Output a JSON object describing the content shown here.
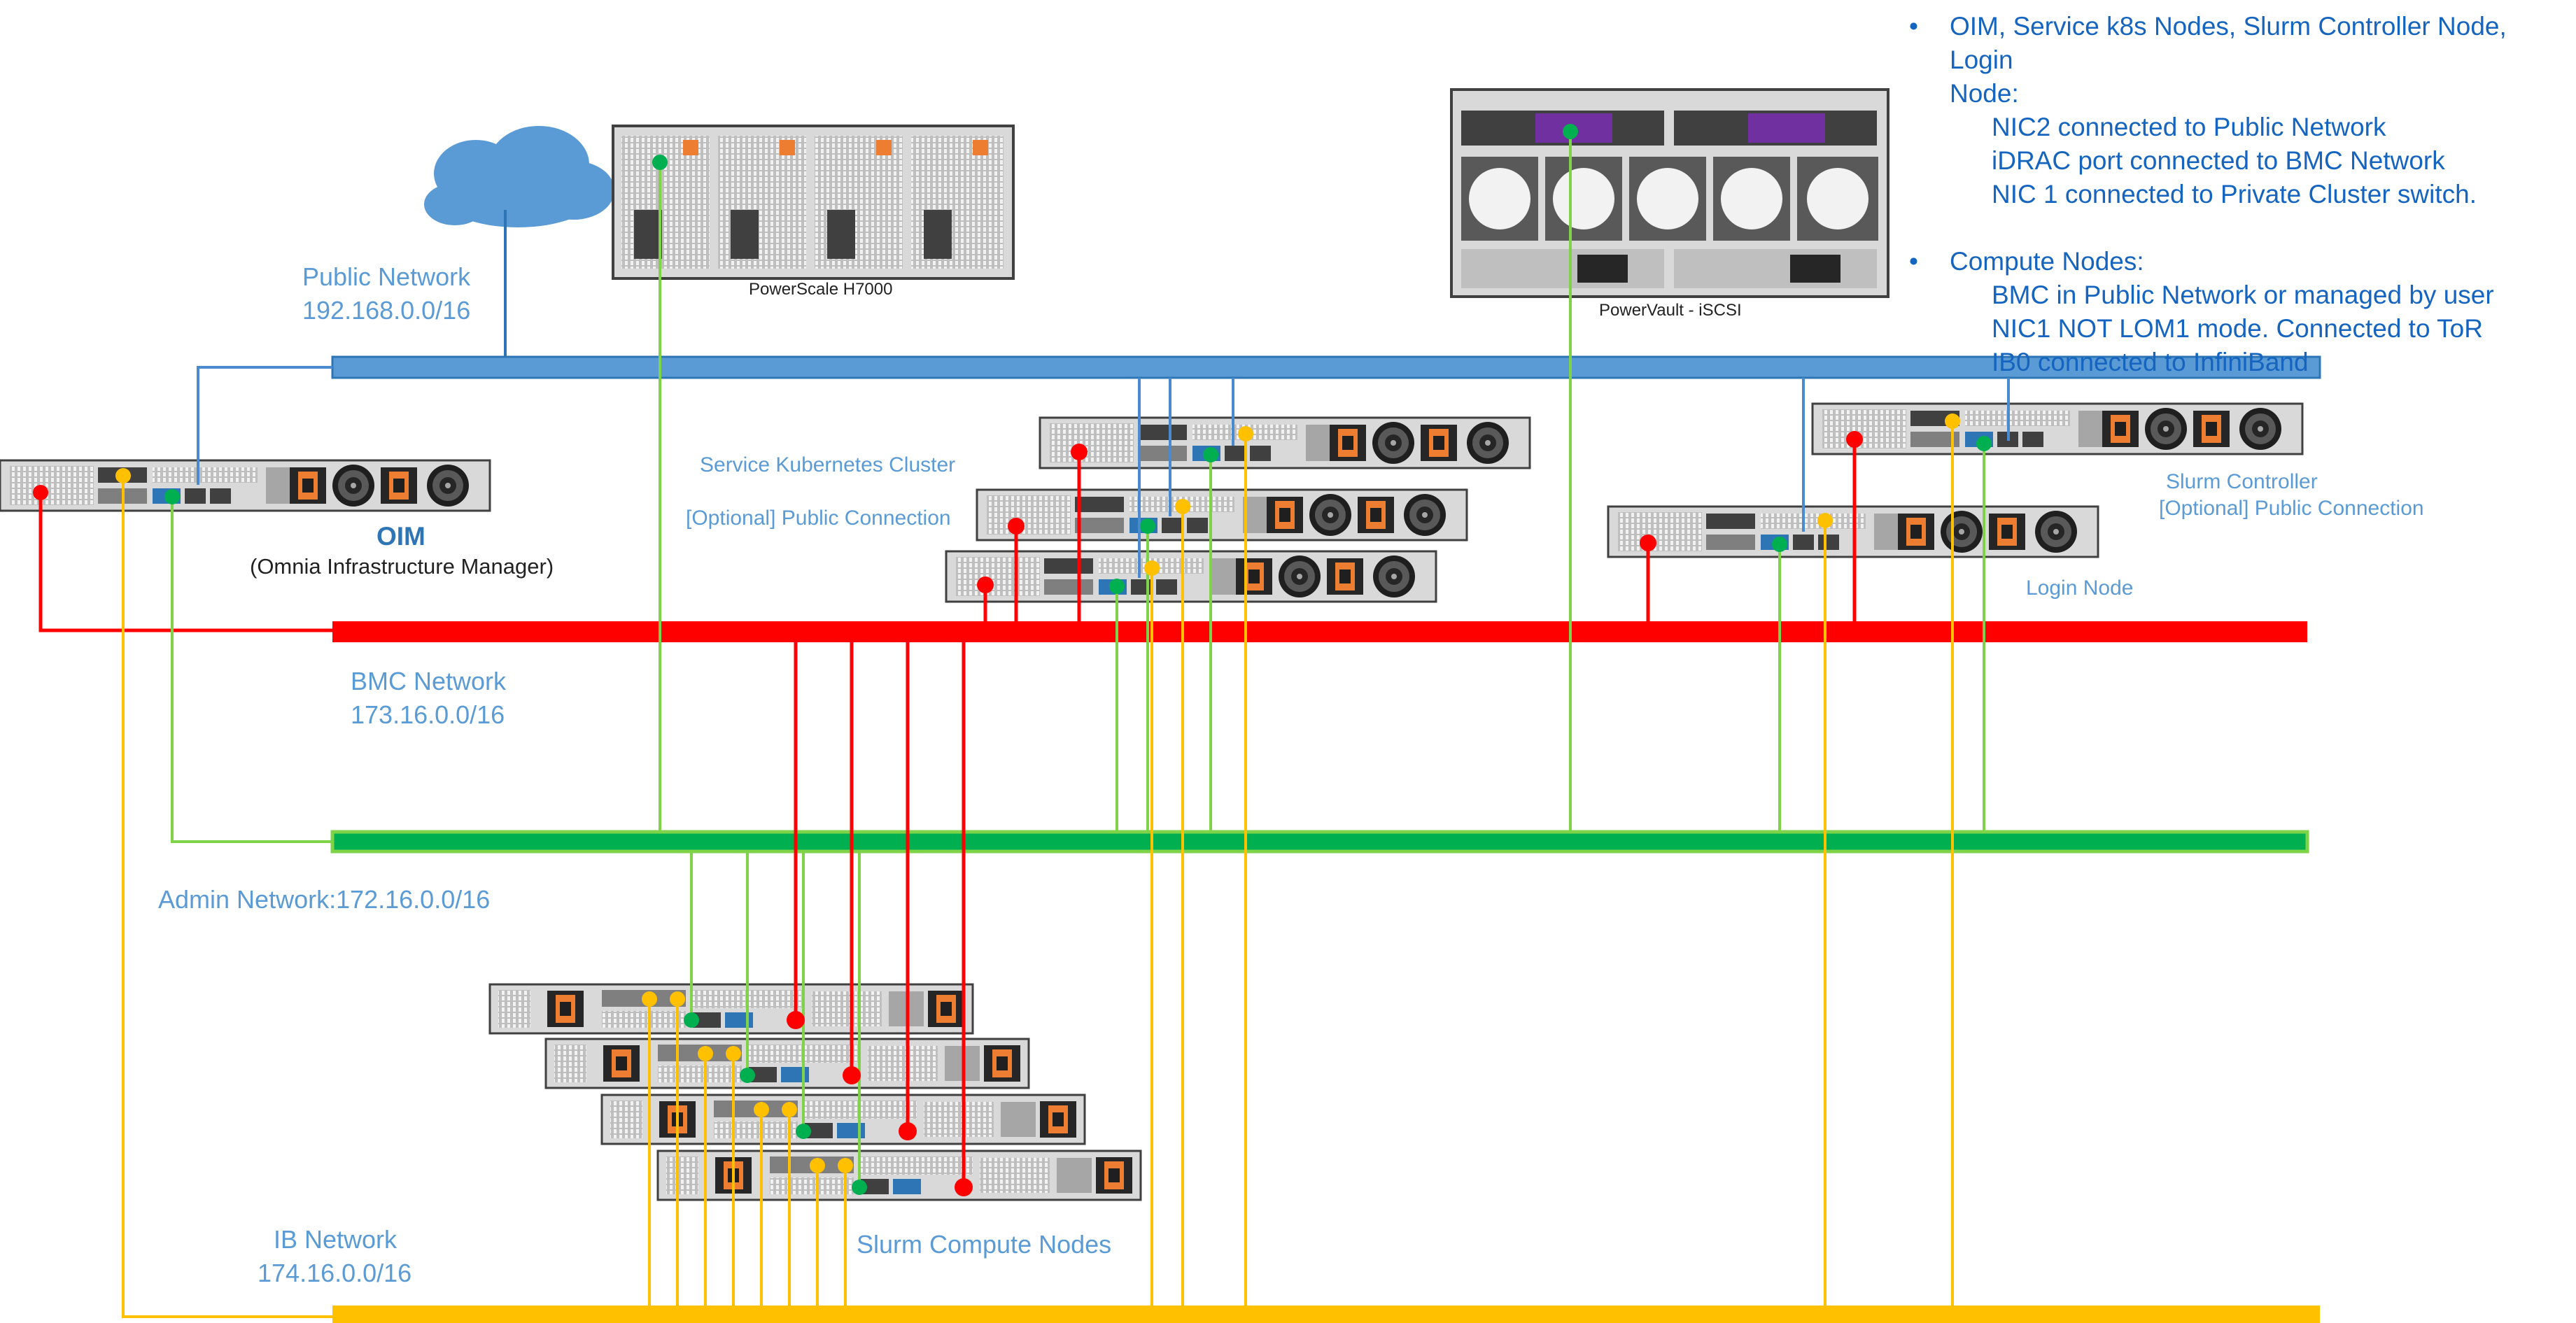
{
  "networks": {
    "public": {
      "name": "Public Network",
      "subnet": "192.168.0.0/16",
      "color": "#5b9bd5"
    },
    "bmc": {
      "name": "BMC Network",
      "subnet": "173.16.0.0/16",
      "color": "#ff0000"
    },
    "admin": {
      "label": "Admin Network:172.16.0.0/16",
      "color": "#00b050"
    },
    "ib": {
      "name": "IB Network",
      "subnet": "174.16.0.0/16",
      "color": "#ffc000"
    }
  },
  "nodes": {
    "oim": {
      "title": "OIM",
      "subtitle": "(Omnia Infrastructure Manager)"
    },
    "powerscale": {
      "label": "PowerScale H7000"
    },
    "powervault": {
      "label": "PowerVault - iSCSI"
    },
    "service_cluster": {
      "label": "Service Kubernetes Cluster",
      "optional": "[Optional] Public Connection"
    },
    "slurm_controller": {
      "label": "Slurm Controller",
      "optional": "[Optional] Public Connection"
    },
    "login": {
      "label": "Login Node"
    },
    "compute": {
      "label": "Slurm Compute Nodes"
    }
  },
  "notes": {
    "bullet1": "OIM, Service k8s Nodes, Slurm Controller Node, Login",
    "bullet1_cont": "Node:",
    "bullet1_items": [
      "NIC2 connected to Public Network",
      "iDRAC port connected to BMC Network",
      "NIC 1 connected to Private Cluster switch."
    ],
    "bullet2": "Compute Nodes:",
    "bullet2_items": [
      "BMC in Public Network or managed by user",
      "NIC1 NOT LOM1 mode. Connected to ToR",
      "IB0 connected to InfiniBand"
    ]
  },
  "colors": {
    "public_line": "#4a8bd0",
    "bmc_line": "#ff0000",
    "admin_line": "#7ed348",
    "ib_line": "#ffc000",
    "server_chassis": "#d9d9d9",
    "server_dark": "#404040",
    "cloud": "#5b9bd5"
  }
}
